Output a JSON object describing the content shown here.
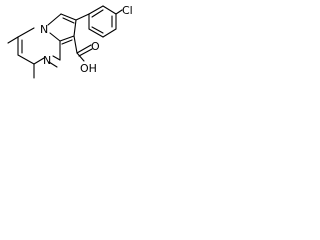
{
  "molecule": {
    "atom_labels": {
      "n_bridge": "N",
      "n_ring": "N",
      "chlorine": "Cl",
      "hydroxyl": "OH",
      "carbonyl_o": "O"
    },
    "colors": {
      "bond": "#000000",
      "text": "#000000",
      "background": "#ffffff"
    }
  }
}
